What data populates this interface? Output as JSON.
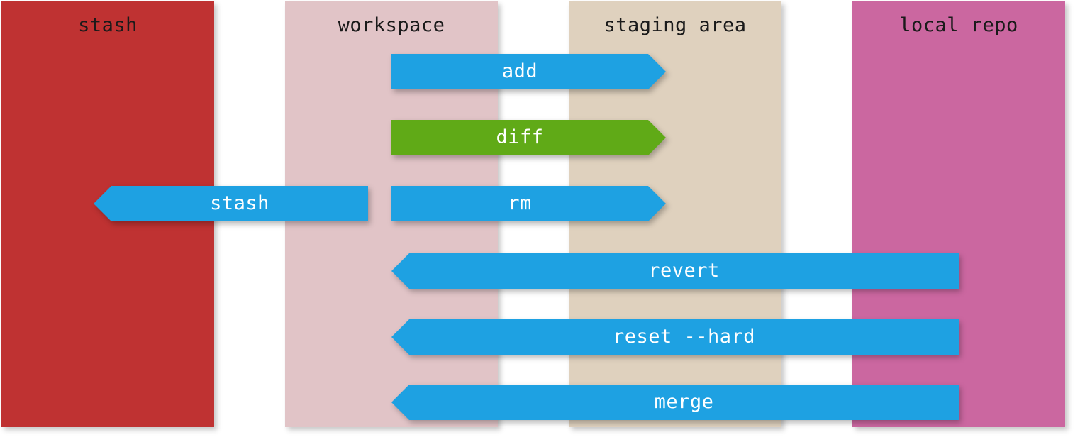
{
  "colors": {
    "stash": "#bf3232",
    "workspace": "#e1c4c7",
    "staging_area": "#dfd1be",
    "local_repo": "#cb67a0",
    "arrow_blue": "#1ea1e2",
    "arrow_green": "#60aa17"
  },
  "columns": [
    {
      "title": "stash"
    },
    {
      "title": "workspace"
    },
    {
      "title": "staging area"
    },
    {
      "title": "local repo"
    }
  ],
  "commands": {
    "add": "add",
    "diff": "diff",
    "stash": "stash",
    "rm": "rm",
    "revert": "revert",
    "reset": "reset --hard",
    "merge": "merge"
  }
}
